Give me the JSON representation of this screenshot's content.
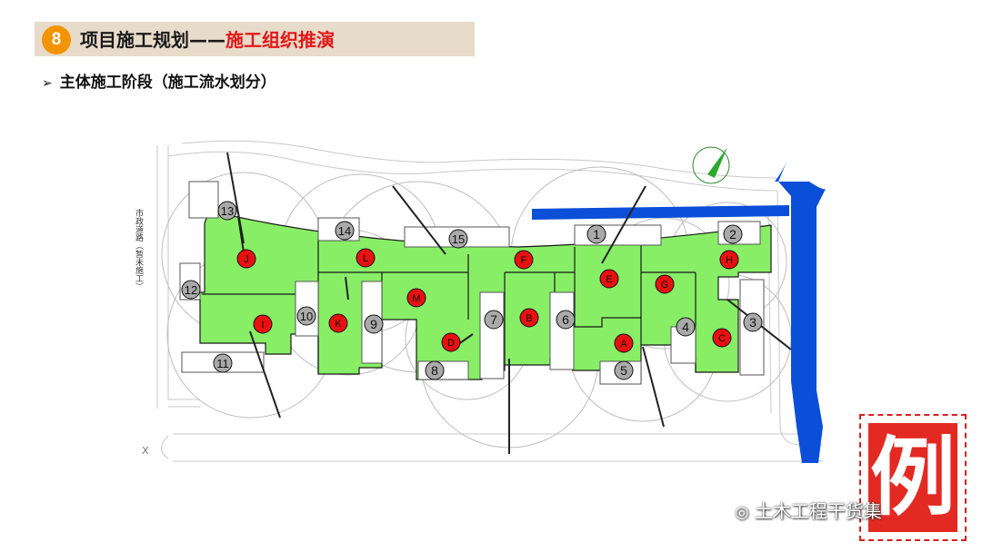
{
  "header": {
    "step_number": "8",
    "title_part1": "项目施工规划——",
    "title_part2": "施工组织推演"
  },
  "subtitle": {
    "bullet_icon": "arrow-bullet-icon",
    "text": "主体施工阶段（施工流水划分）"
  },
  "site_plan": {
    "road_label": "市政道路（暂未施工）",
    "axis_marker": "X",
    "zone_fill_color": "#88ee66",
    "zone_marker_color": "#e81010",
    "crane_marker_color": "#aaaaaa",
    "river_color": "#0b4fd8",
    "zones": [
      "A",
      "B",
      "C",
      "D",
      "E",
      "F",
      "G",
      "H",
      "I",
      "J",
      "K",
      "L",
      "M"
    ],
    "cranes": [
      "1",
      "2",
      "3",
      "4",
      "5",
      "6",
      "7",
      "8",
      "9",
      "10",
      "11",
      "12",
      "13",
      "14",
      "15"
    ]
  },
  "stamp": {
    "char": "例"
  },
  "watermark": {
    "icon": "wechat-icon",
    "text": "土木工程干货集"
  }
}
